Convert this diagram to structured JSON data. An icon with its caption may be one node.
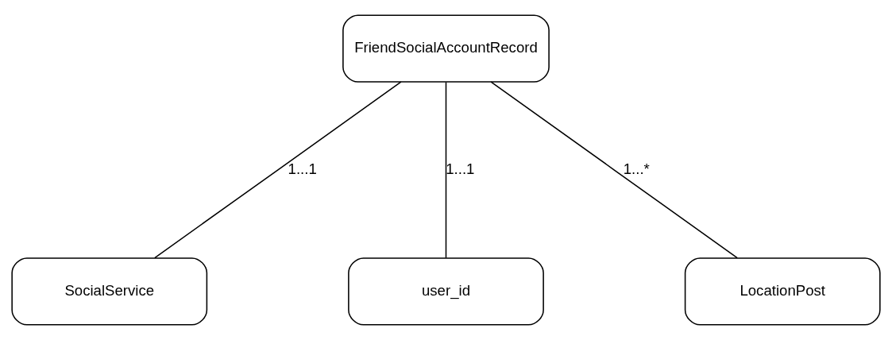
{
  "diagram": {
    "nodes": [
      {
        "text": [
          "FriendSocialAccountRecord"
        ]
      },
      {
        "text": [
          "SocialService"
        ]
      },
      {
        "text": [
          "user_id"
        ]
      },
      {
        "text": [
          "LocationPost"
        ]
      }
    ],
    "edges": [
      {
        "from": 0,
        "to": 1,
        "arrow": "none",
        "label": "1...1"
      },
      {
        "from": 0,
        "to": 2,
        "arrow": "none",
        "label": "1...1"
      },
      {
        "from": 0,
        "to": 3,
        "arrow": "none",
        "label": "1...*"
      }
    ]
  }
}
